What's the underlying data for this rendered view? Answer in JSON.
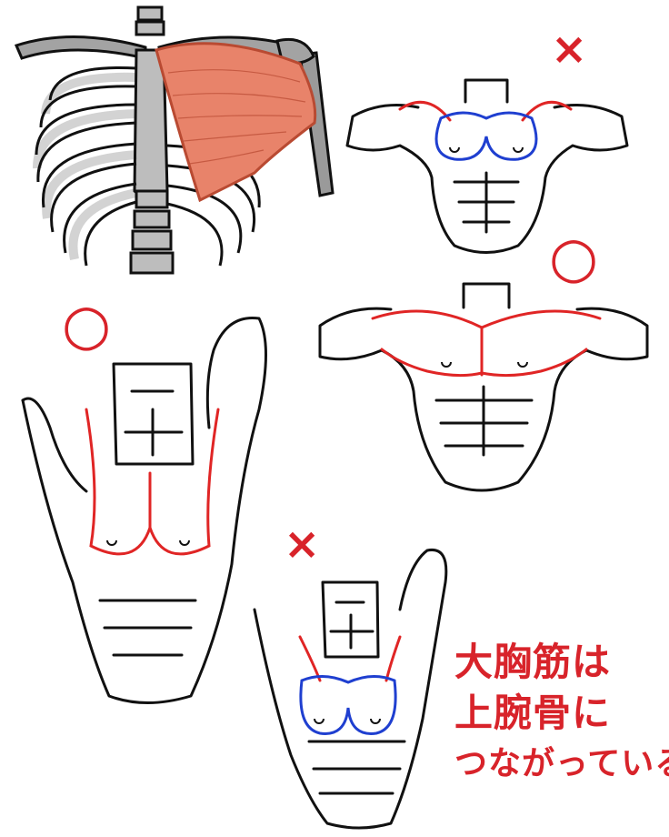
{
  "marks": {
    "top_right": "×",
    "middle_right": "○",
    "left": "○",
    "bottom": "×"
  },
  "caption": {
    "line1": "大胸筋は",
    "line2": "上腕骨に",
    "line3": "つながっている"
  },
  "colors": {
    "muscle_fill": "#e8836a",
    "muscle_stroke": "#b94a32",
    "correct_line": "#e02525",
    "wrong_line": "#1f3fd0",
    "bone_fill": "#9a9a9a",
    "ink": "#111111"
  }
}
